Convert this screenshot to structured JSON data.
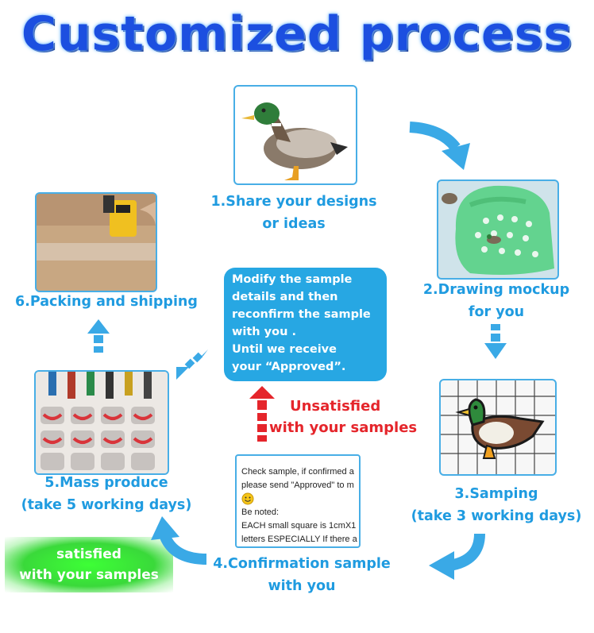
{
  "title": "Customized process",
  "steps": {
    "s1": {
      "line1": "1.Share your designs",
      "line2": "or ideas"
    },
    "s2": {
      "line1": "2.Drawing mockup",
      "line2": "for you"
    },
    "s3": {
      "line1": "3.Samping",
      "line2": "(take 3 working days)"
    },
    "s4": {
      "line1": "4.Confirmation sample",
      "line2": "with you"
    },
    "s5": {
      "line1": "5.Mass produce",
      "line2": "(take 5 working days)"
    },
    "s6": {
      "line1": "6.Packing and shipping"
    }
  },
  "modify_note": {
    "lines": [
      "Modify the sample",
      "details and then",
      "reconfirm the sample",
      "with you .",
      "Until we receive",
      "your “Approved”."
    ]
  },
  "unsatisfied": {
    "line1": "Unsatisfied",
    "line2": "with your samples"
  },
  "satisfied": {
    "line1": "satisfied",
    "line2": "with your samples"
  },
  "chat": {
    "line1": "Check sample, if confirmed a",
    "line2": "please send \"Approved\" to m",
    "line3": "Be noted:",
    "line4": "EACH small square is 1cmX1",
    "line5": "letters ESPECIALLY If there a"
  },
  "colors": {
    "title": "#1c4fe0",
    "step_text": "#1f9be0",
    "arrow": "#3aa9e6",
    "note_bg": "#27a7e3",
    "unsat_text": "#e5252b",
    "sat_bg": "#3ad93a",
    "clog": "#63d38f"
  },
  "icons": [
    "duck-image",
    "clog-image",
    "duck-charm-image",
    "molding-image",
    "packing-image",
    "smiley-icon"
  ]
}
